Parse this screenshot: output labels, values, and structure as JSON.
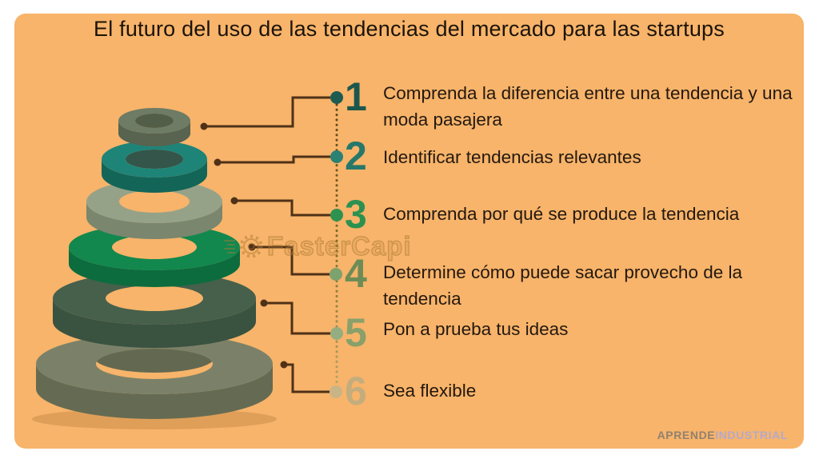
{
  "title": "El futuro del uso de las tendencias del mercado para las startups",
  "steps": [
    {
      "num": "1",
      "label": "Comprenda la diferencia entre una tendencia y una moda pasajera",
      "num_color": "#1c574d",
      "dot_color": "#1d5b51"
    },
    {
      "num": "2",
      "label": "Identificar tendencias relevantes",
      "num_color": "#26786b",
      "dot_color": "#2b8173"
    },
    {
      "num": "3",
      "label": "Comprenda por qué se produce la tendencia",
      "num_color": "#2c9150",
      "dot_color": "#2f9150"
    },
    {
      "num": "4",
      "label": "Determine cómo puede sacar provecho de la tendencia",
      "num_color": "#6d8c55",
      "dot_color": "#7da26d"
    },
    {
      "num": "5",
      "label": "Pon a prueba tus ideas",
      "num_color": "#89a06b",
      "dot_color": "#95ad80"
    },
    {
      "num": "6",
      "label": "Sea flexible",
      "num_color": "#c4ad7d",
      "dot_color": "#c9b488"
    }
  ],
  "pyramid": {
    "rings": [
      {
        "name": "ring-1-top",
        "top": "#6e7b65",
        "side": "#586350",
        "hole": "#535e48"
      },
      {
        "name": "ring-2",
        "top": "#1f8478",
        "side": "#136558",
        "hole": "#33554a"
      },
      {
        "name": "ring-3",
        "top": "#96a288",
        "side": "#7a866e"
      },
      {
        "name": "ring-4",
        "top": "#12884e",
        "side": "#0c6c3e"
      },
      {
        "name": "ring-5",
        "top": "#46604c",
        "side": "#3a5240"
      },
      {
        "name": "ring-6-bottom",
        "top": "#7b8168",
        "side": "#656b52",
        "hole_shadow": "#636951"
      }
    ],
    "ground_shadow": "rgba(150,95,40,0.25)"
  },
  "colors": {
    "background": "#f7b46a",
    "margin": "#ffffff",
    "connector": "#4f3118",
    "dotline_top": "#5a441a",
    "dotline_mid": "#7a6b2a",
    "dotline_bottom": "#b3a469",
    "title_text": "#1c130a",
    "body_text": "#241810"
  },
  "watermark": {
    "text": "FasterCapi",
    "icon": "gear-icon"
  },
  "footer": {
    "brand_primary": "APRENDE",
    "brand_secondary": "INDUSTRIAL",
    "primary_color": "#93806f",
    "secondary_color": "#b4a9cb"
  }
}
